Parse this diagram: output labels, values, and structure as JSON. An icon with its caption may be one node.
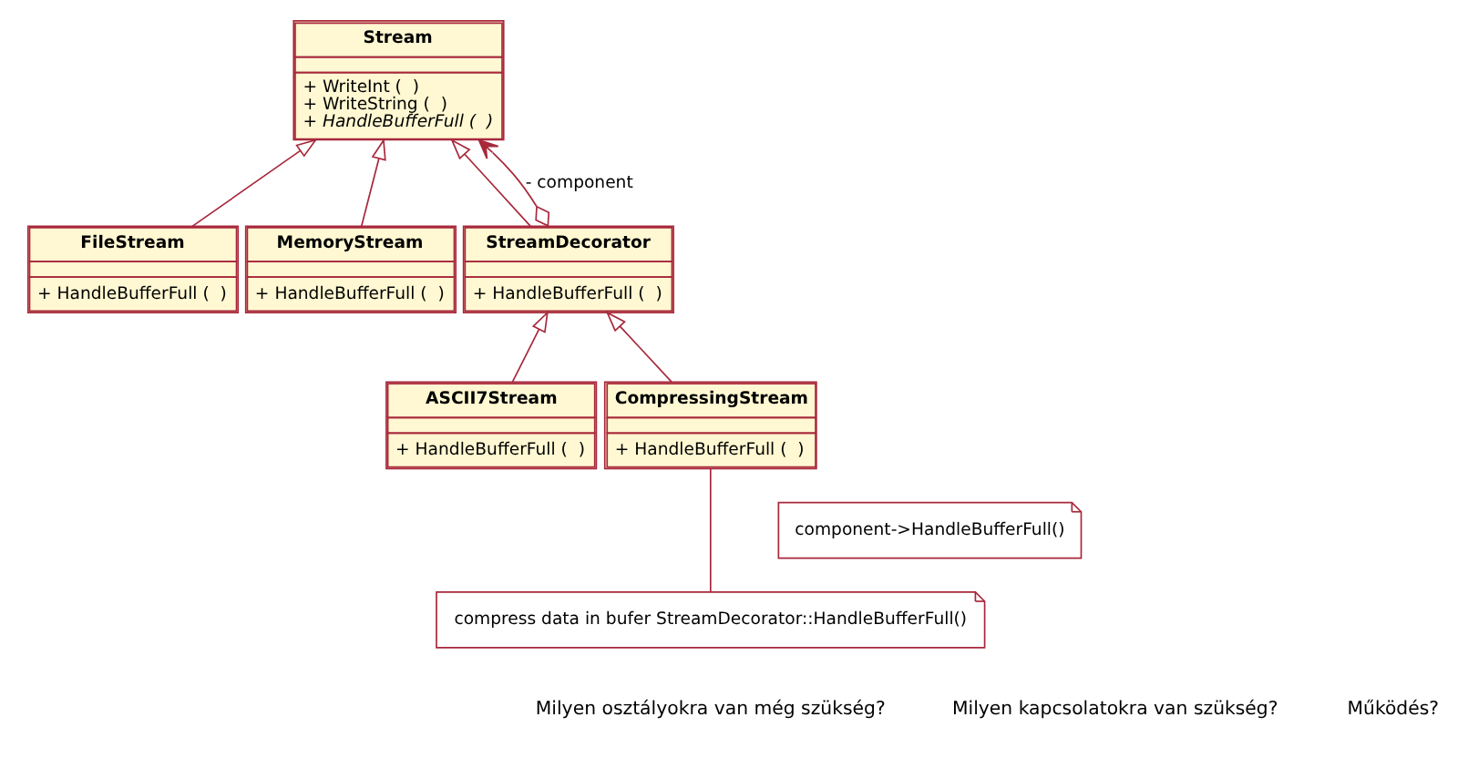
{
  "diagram": {
    "nodes": [
      {
        "text": [
          "Stream",
          "+ WriteInt (  )",
          "+ WriteString (  )",
          "+ HandleBufferFull (  )"
        ]
      },
      {
        "text": [
          "FileStream",
          "+ HandleBufferFull (  )"
        ]
      },
      {
        "text": [
          "MemoryStream",
          "+ HandleBufferFull (  )"
        ]
      },
      {
        "text": [
          "StreamDecorator",
          "+ HandleBufferFull (  )"
        ]
      },
      {
        "text": [
          "ASCII7Stream",
          "+ HandleBufferFull (  )"
        ]
      },
      {
        "text": [
          "CompressingStream",
          "+ HandleBufferFull (  )"
        ]
      },
      {
        "text": [
          "component->HandleBufferFull()"
        ]
      },
      {
        "text": [
          "compress data in bufer StreamDecorator::HandleBufferFull()"
        ]
      }
    ],
    "edges": [
      {
        "from": 1,
        "to": 0,
        "arrow": "to"
      },
      {
        "from": 2,
        "to": 0,
        "arrow": "to"
      },
      {
        "from": 3,
        "to": 0,
        "arrow": "to"
      },
      {
        "from": 3,
        "to": 0,
        "arrow": "to",
        "label": "- component"
      },
      {
        "from": 4,
        "to": 3,
        "arrow": "to"
      },
      {
        "from": 5,
        "to": 3,
        "arrow": "to"
      },
      {
        "from": 7,
        "to": 5,
        "arrow": "none"
      }
    ],
    "labels": [
      "Milyen osztályokra van még szükség?",
      "Milyen kapcsolatokra van szükség?",
      "Működés?"
    ]
  }
}
